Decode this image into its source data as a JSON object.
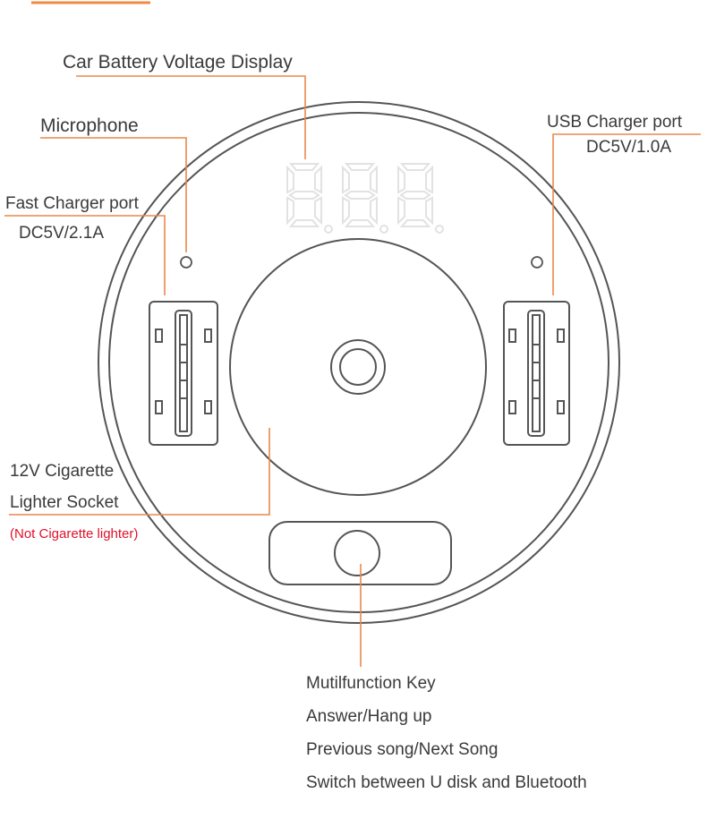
{
  "labels": {
    "voltage_display": "Car Battery Voltage Display",
    "microphone": "Microphone",
    "usb_port": "USB Charger port",
    "usb_port_spec": "DC5V/1.0A",
    "fast_port": "Fast Charger port",
    "fast_port_spec": "DC5V/2.1A",
    "socket_line1": "12V Cigarette",
    "socket_line2": "Lighter Socket",
    "socket_note": "(Not Cigarette lighter)",
    "key_title": "Mutilfunction Key",
    "key_func1": "Answer/Hang up",
    "key_func2": "Previous song/Next Song",
    "key_func3": "Switch between U disk and Bluetooth"
  },
  "colors": {
    "leader": "#e9884c",
    "accent_bar": "#f08a45",
    "outline": "#555555",
    "display_digits": "#e6e6e6",
    "note": "#e0102a"
  }
}
